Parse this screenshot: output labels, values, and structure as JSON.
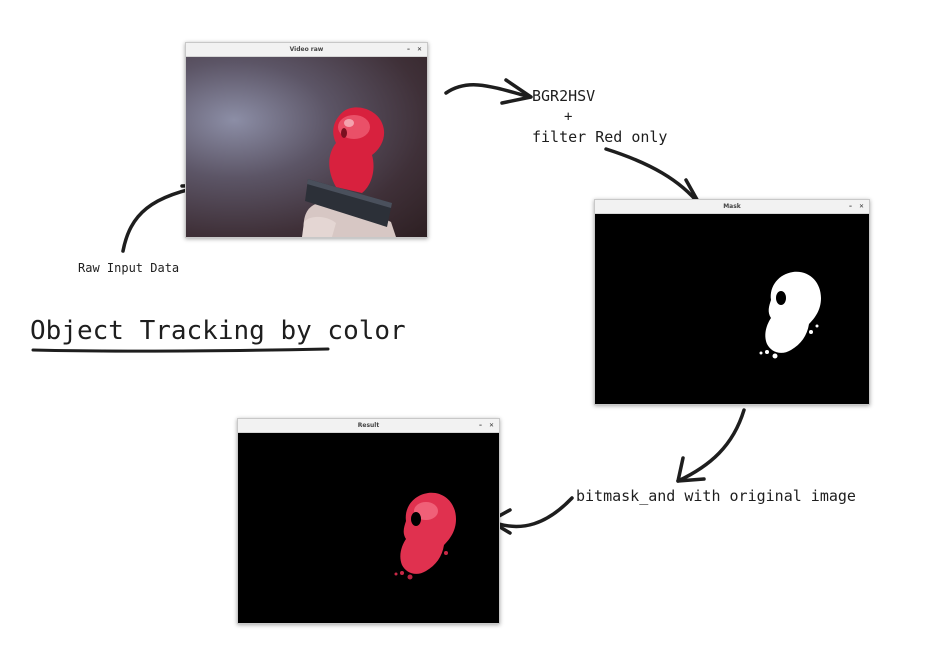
{
  "heading": "Object Tracking by color",
  "labels": {
    "raw_input": "Raw Input Data",
    "step1_line1": "BGR2HSV",
    "step1_line2": "+",
    "step1_line3": "filter Red only",
    "step2": "bitmask_and with original image"
  },
  "windows": {
    "video_raw": {
      "title": "Video raw",
      "minimize": "–",
      "close": "✕"
    },
    "mask": {
      "title": "Mask",
      "minimize": "–",
      "close": "✕"
    },
    "result": {
      "title": "Result",
      "minimize": "–",
      "close": "✕"
    }
  },
  "colors": {
    "ink": "#1e1e1e",
    "object_red": "#e0314f",
    "mask_white": "#ffffff",
    "background": "#ffffff"
  }
}
